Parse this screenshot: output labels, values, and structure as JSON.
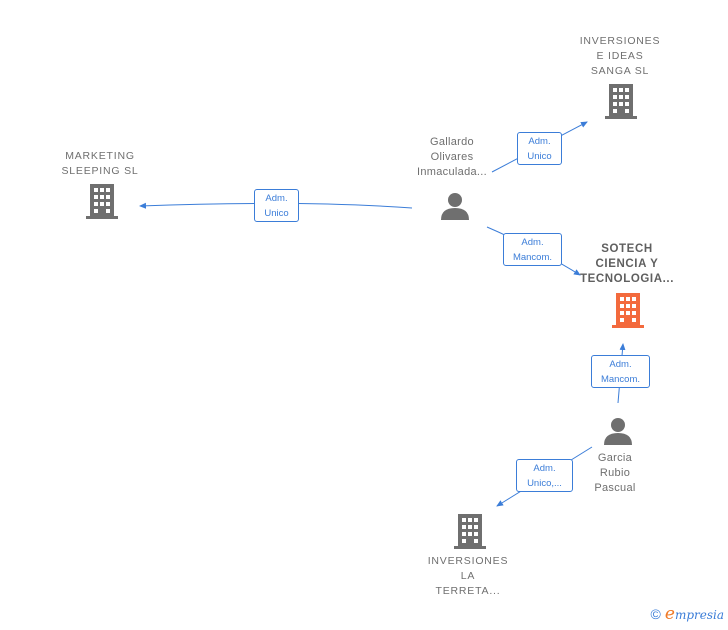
{
  "colors": {
    "edge": "#3b7dd8",
    "icon_default": "#6f6f6f",
    "icon_highlight": "#f36a3d"
  },
  "nodes": {
    "inversiones_ideas": {
      "label": "INVERSIONES\nE IDEAS\nSANGA  SL",
      "icon": "building-icon"
    },
    "marketing": {
      "label": "MARKETING\nSLEEPING  SL",
      "icon": "building-icon"
    },
    "gallardo": {
      "label": "Gallardo\nOlivares\nInmaculada...",
      "icon": "person-icon"
    },
    "sotech": {
      "label": "SOTECH\nCIENCIA Y\nTECNOLOGIA...",
      "icon": "building-icon"
    },
    "garcia": {
      "label": "Garcia\nRubio\nPascual",
      "icon": "person-icon"
    },
    "inversiones_terreta": {
      "label": "INVERSIONES\nLA\nTERRETA...",
      "icon": "building-icon"
    }
  },
  "edges": {
    "gallardo_to_inversiones_ideas": "Adm.\nUnico",
    "gallardo_to_marketing": "Adm.\nUnico",
    "gallardo_to_sotech": "Adm.\nMancom.",
    "garcia_to_sotech": "Adm.\nMancom.",
    "garcia_to_inversiones_terreta": "Adm.\nUnico,..."
  },
  "footer": {
    "copyright_symbol": "©",
    "brand_initial": "e",
    "brand_rest": "mpresia"
  }
}
